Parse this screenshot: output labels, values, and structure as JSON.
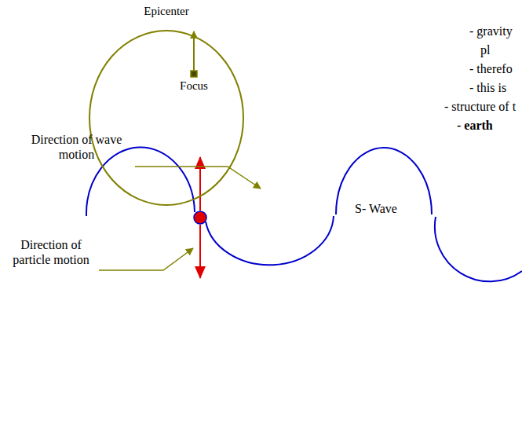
{
  "diagram": {
    "nodes": [
      {
        "text": [
          "Epicenter",
          "Focus"
        ]
      }
    ],
    "labels": [
      "- gravity",
      "pl",
      "- therefo",
      "- this is",
      "- structure of t",
      "- earth",
      "Direction of wave motion",
      "S- Wave",
      "Direction of particle motion"
    ]
  }
}
